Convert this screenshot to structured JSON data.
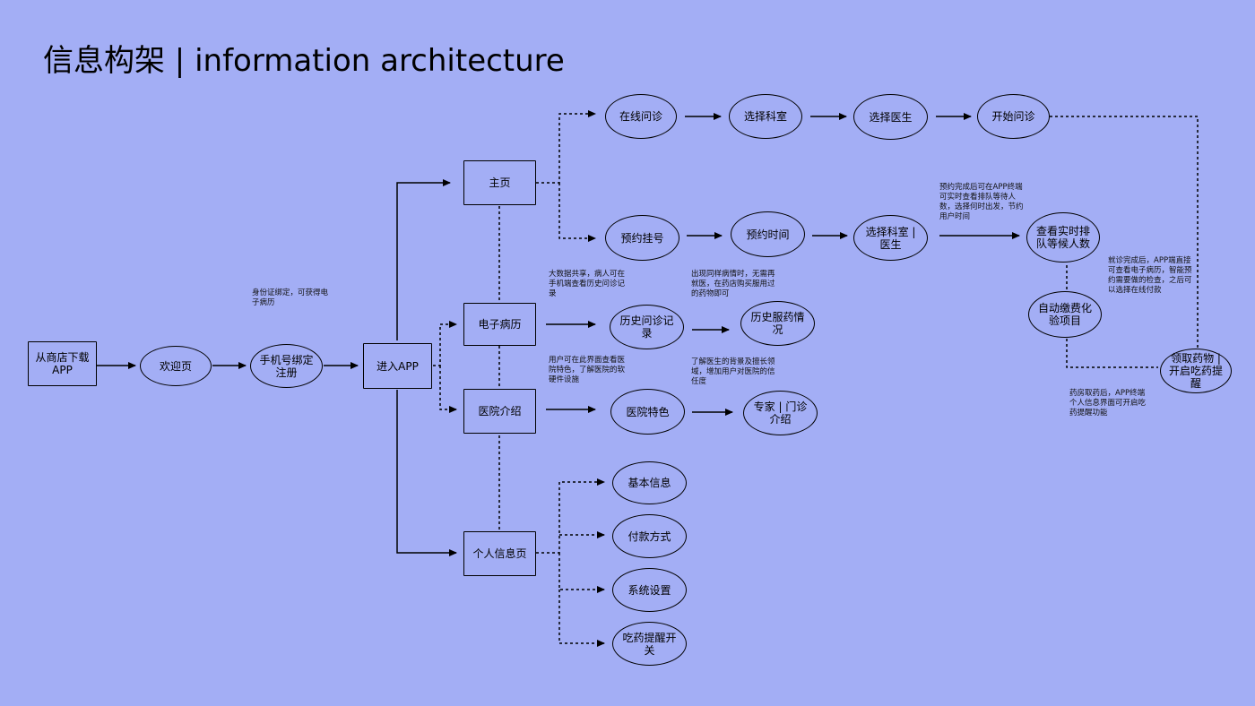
{
  "title": "信息构架 | information architecture",
  "nodes": {
    "download": "从商店下载APP",
    "welcome": "欢迎页",
    "register": "手机号绑定注册",
    "enter": "进入APP",
    "home": "主页",
    "emr": "电子病历",
    "hospital": "医院介绍",
    "personal": "个人信息页",
    "online": "在线问诊",
    "selectDept": "选择科室",
    "selectDoctor": "选择医生",
    "startConsult": "开始问诊",
    "booking": "预约挂号",
    "bookingTime": "预约时间",
    "deptDoctor": "选择科室 | 医生",
    "queue": "查看实时排队等候人数",
    "payment": "自动缴费化验项目",
    "medicine": "领取药物 | 开启吃药提醒",
    "history": "历史问诊记录",
    "medHistory": "历史服药情况",
    "features": "医院特色",
    "experts": "专家 | 门诊介绍",
    "basicInfo": "基本信息",
    "payMethod": "付款方式",
    "settings": "系统设置",
    "reminder": "吃药提醒开关"
  },
  "notes": {
    "idBind": "身份证绑定，可获得电子病历",
    "bigData": "大数据共享，病人可在手机端查看历史问诊记录",
    "samePain": "出现同样病情时，无需再就医，在药店购买服用过的药物即可",
    "hospitalView": "用户可在此界面查看医院特色，了解医院的软硬件设施",
    "doctorBg": "了解医生的背景及擅长领域，增加用户对医院的信任度",
    "bookingDone": "预约完成后可在APP终端可实时查看排队等待人数，选择何时出发，节约用户时间",
    "afterVisit": "就诊完成后，APP端直接可查看电子病历，智能预约需要做的检查，之后可以选择在线付款",
    "afterMed": "药房取药后，APP终端个人信息界面可开启吃药提醒功能"
  }
}
